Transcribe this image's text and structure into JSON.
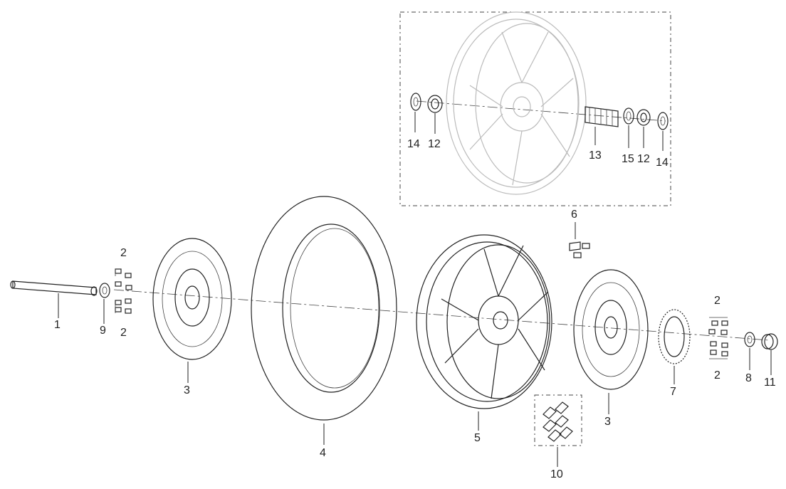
{
  "callouts": {
    "c1": "1",
    "c2a": "2",
    "c2b": "2",
    "c2c": "2",
    "c2d": "2",
    "c3a": "3",
    "c3b": "3",
    "c4": "4",
    "c5": "5",
    "c6": "6",
    "c7": "7",
    "c8": "8",
    "c9": "9",
    "c10": "10",
    "c11": "11",
    "c12a": "12",
    "c12b": "12",
    "c13": "13",
    "c14a": "14",
    "c14b": "14",
    "c15": "15"
  },
  "icons": [
    "axle",
    "bolt",
    "brake-disc",
    "tire",
    "wheel-rim",
    "valve",
    "abs-ring",
    "collar",
    "spacer",
    "balance-weight",
    "bearing",
    "oil-seal",
    "hub-sleeve",
    "spacer-ring"
  ]
}
